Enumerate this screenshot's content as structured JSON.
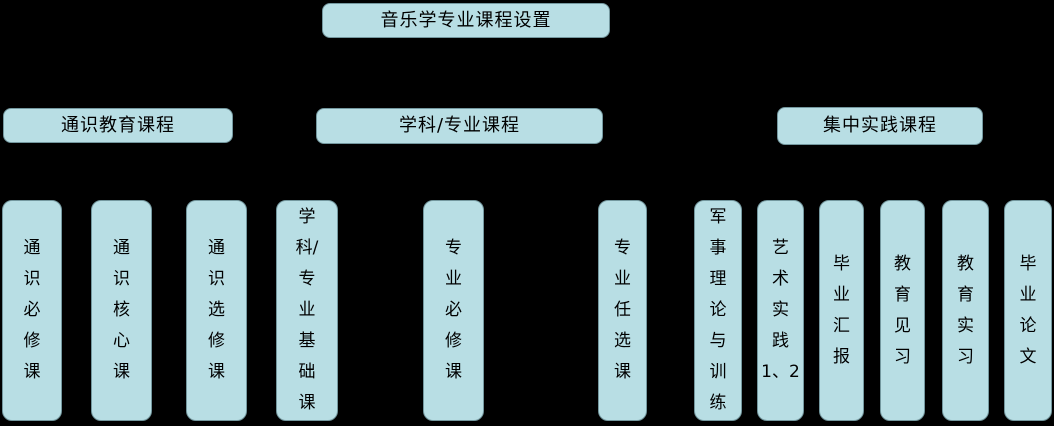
{
  "root": {
    "label": "音乐学专业课程设置"
  },
  "categories": [
    {
      "label": "通识教育课程"
    },
    {
      "label": "学科/专业课程"
    },
    {
      "label": "集中实践课程"
    }
  ],
  "courses": [
    {
      "text": "通\n识\n必\n修\n课"
    },
    {
      "text": "通\n识\n核\n心\n课"
    },
    {
      "text": "通\n识\n选\n修\n课"
    },
    {
      "text": "学\n科/\n专\n业\n基\n础\n课"
    },
    {
      "text": "专\n业\n必\n修\n课"
    },
    {
      "text": "专\n业\n任\n选\n课"
    },
    {
      "text": "军\n事\n理\n论\n与\n训\n练"
    },
    {
      "text": "艺\n术\n实\n践\n1、2"
    },
    {
      "text": "毕\n业\n汇\n报"
    },
    {
      "text": "教\n育\n见\n习"
    },
    {
      "text": "教\n育\n实\n习"
    },
    {
      "text": "毕\n业\n论\n文"
    }
  ],
  "colors": {
    "background": "#000000",
    "node_fill": "#B8DEE4",
    "node_border": "#74989F",
    "text": "#000000"
  }
}
